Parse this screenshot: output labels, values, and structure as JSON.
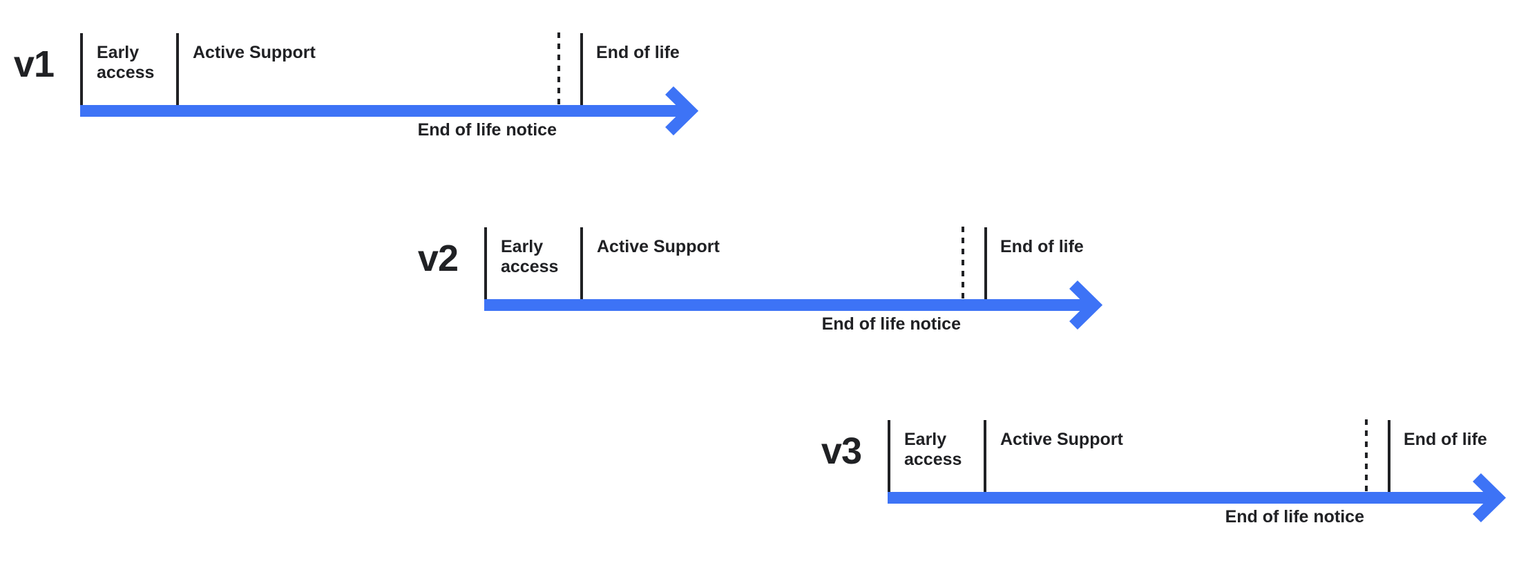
{
  "diagram": {
    "colors": {
      "arrow": "#3D73F6",
      "ink": "#202124",
      "background": "#FFFFFF"
    },
    "rows": [
      {
        "version": "v1",
        "phases": {
          "early": "Early access",
          "active": "Active Support",
          "eol": "End of life"
        },
        "notice": "End of life notice"
      },
      {
        "version": "v2",
        "phases": {
          "early": "Early access",
          "active": "Active Support",
          "eol": "End of life"
        },
        "notice": "End of life notice"
      },
      {
        "version": "v3",
        "phases": {
          "early": "Early access",
          "active": "Active Support",
          "eol": "End of life"
        },
        "notice": "End of life notice"
      }
    ]
  }
}
